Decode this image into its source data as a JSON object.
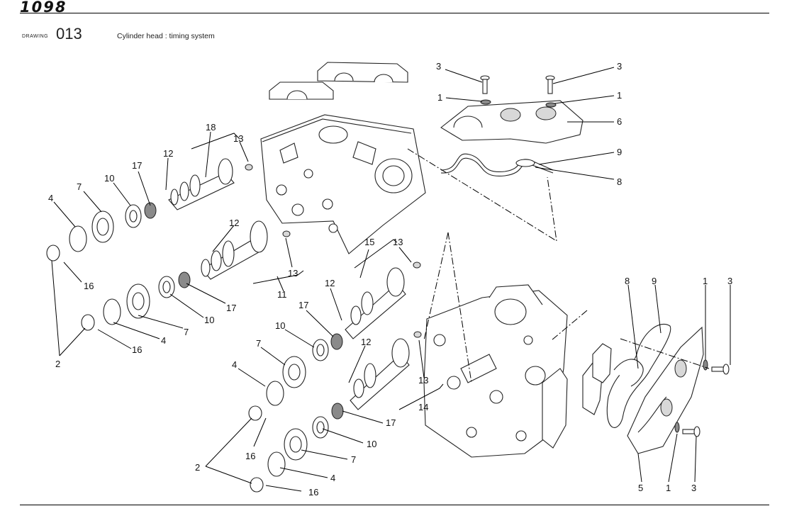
{
  "header": {
    "brand": "1098",
    "drawing_word": "DRAWING",
    "drawing_number": "013",
    "title": "Cylinder head : timing system"
  },
  "callouts": {
    "c3a": "3",
    "c1a": "1",
    "c3b": "3",
    "c1b": "1",
    "c6": "6",
    "c9a": "9",
    "c8a": "8",
    "c18": "18",
    "c13a": "13",
    "c12a": "12",
    "c17a": "17",
    "c10a": "10",
    "c7a": "7",
    "c4a": "4",
    "c16a": "16",
    "c12b": "12",
    "c13b": "13",
    "c11": "11",
    "c17b": "17",
    "c10b": "10",
    "c7b": "7",
    "c4b": "4",
    "c16b": "16",
    "c2a": "2",
    "c15": "15",
    "c13c": "13",
    "c12c": "12",
    "c17c": "17",
    "c10c": "10",
    "c7c": "7",
    "c4c": "4",
    "c16c": "16",
    "c12d": "12",
    "c13d": "13",
    "c14": "14",
    "c17d": "17",
    "c10d": "10",
    "c7d": "7",
    "c4d": "4",
    "c16d": "16",
    "c2b": "2",
    "c8b": "8",
    "c9b": "9",
    "c1c": "1",
    "c3c": "3",
    "c5": "5",
    "c1d": "1",
    "c3d": "3"
  }
}
